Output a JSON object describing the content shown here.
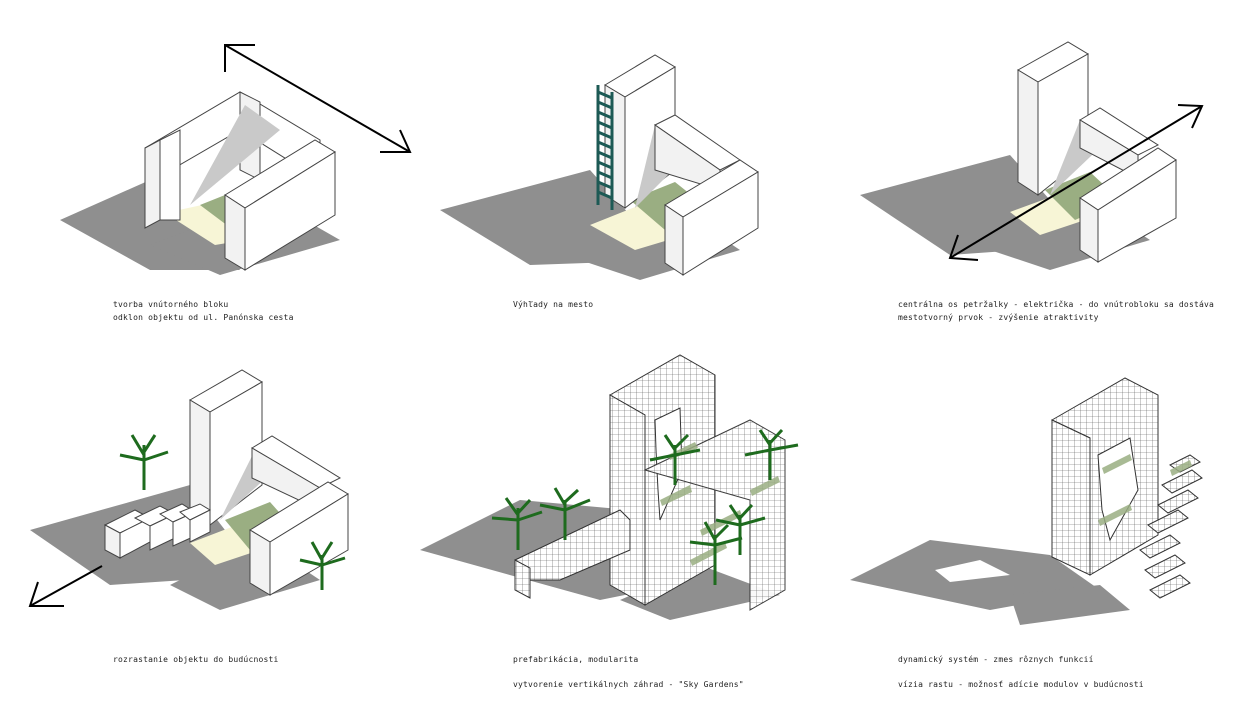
{
  "panels": [
    {
      "lines": [
        "tvorba vnútorného bloku",
        "odklon objektu od ul. Panónska cesta"
      ]
    },
    {
      "lines": [
        "Výhľady na mesto"
      ]
    },
    {
      "lines": [
        "centrálna os petržalky - električka - do vnútrobloku sa dostáva",
        "mestotvorný prvok - zvýšenie atraktivity"
      ]
    },
    {
      "lines": [
        "rozrastanie objektu do budúcnosti"
      ]
    },
    {
      "lines": [
        "prefabrikácia, modularita",
        "vytvorenie vertikálnych záhrad - \"Sky Gardens\""
      ]
    },
    {
      "lines": [
        "dynamický systém - zmes rôznych funkcií",
        "vízia rastu - možnosť adície modulov v budúcnosti"
      ]
    }
  ],
  "colors": {
    "shadow": "#8f8f8f",
    "face_light": "#ffffff",
    "face_side": "#f2f2f2",
    "inner_shade": "#c9c9c9",
    "courtyard_green": "#9aae82",
    "courtyard_light": "#f7f5d6",
    "tree_green": "#1e6b1e",
    "ladder_teal": "#1d5a55",
    "arrow": "#000000"
  }
}
